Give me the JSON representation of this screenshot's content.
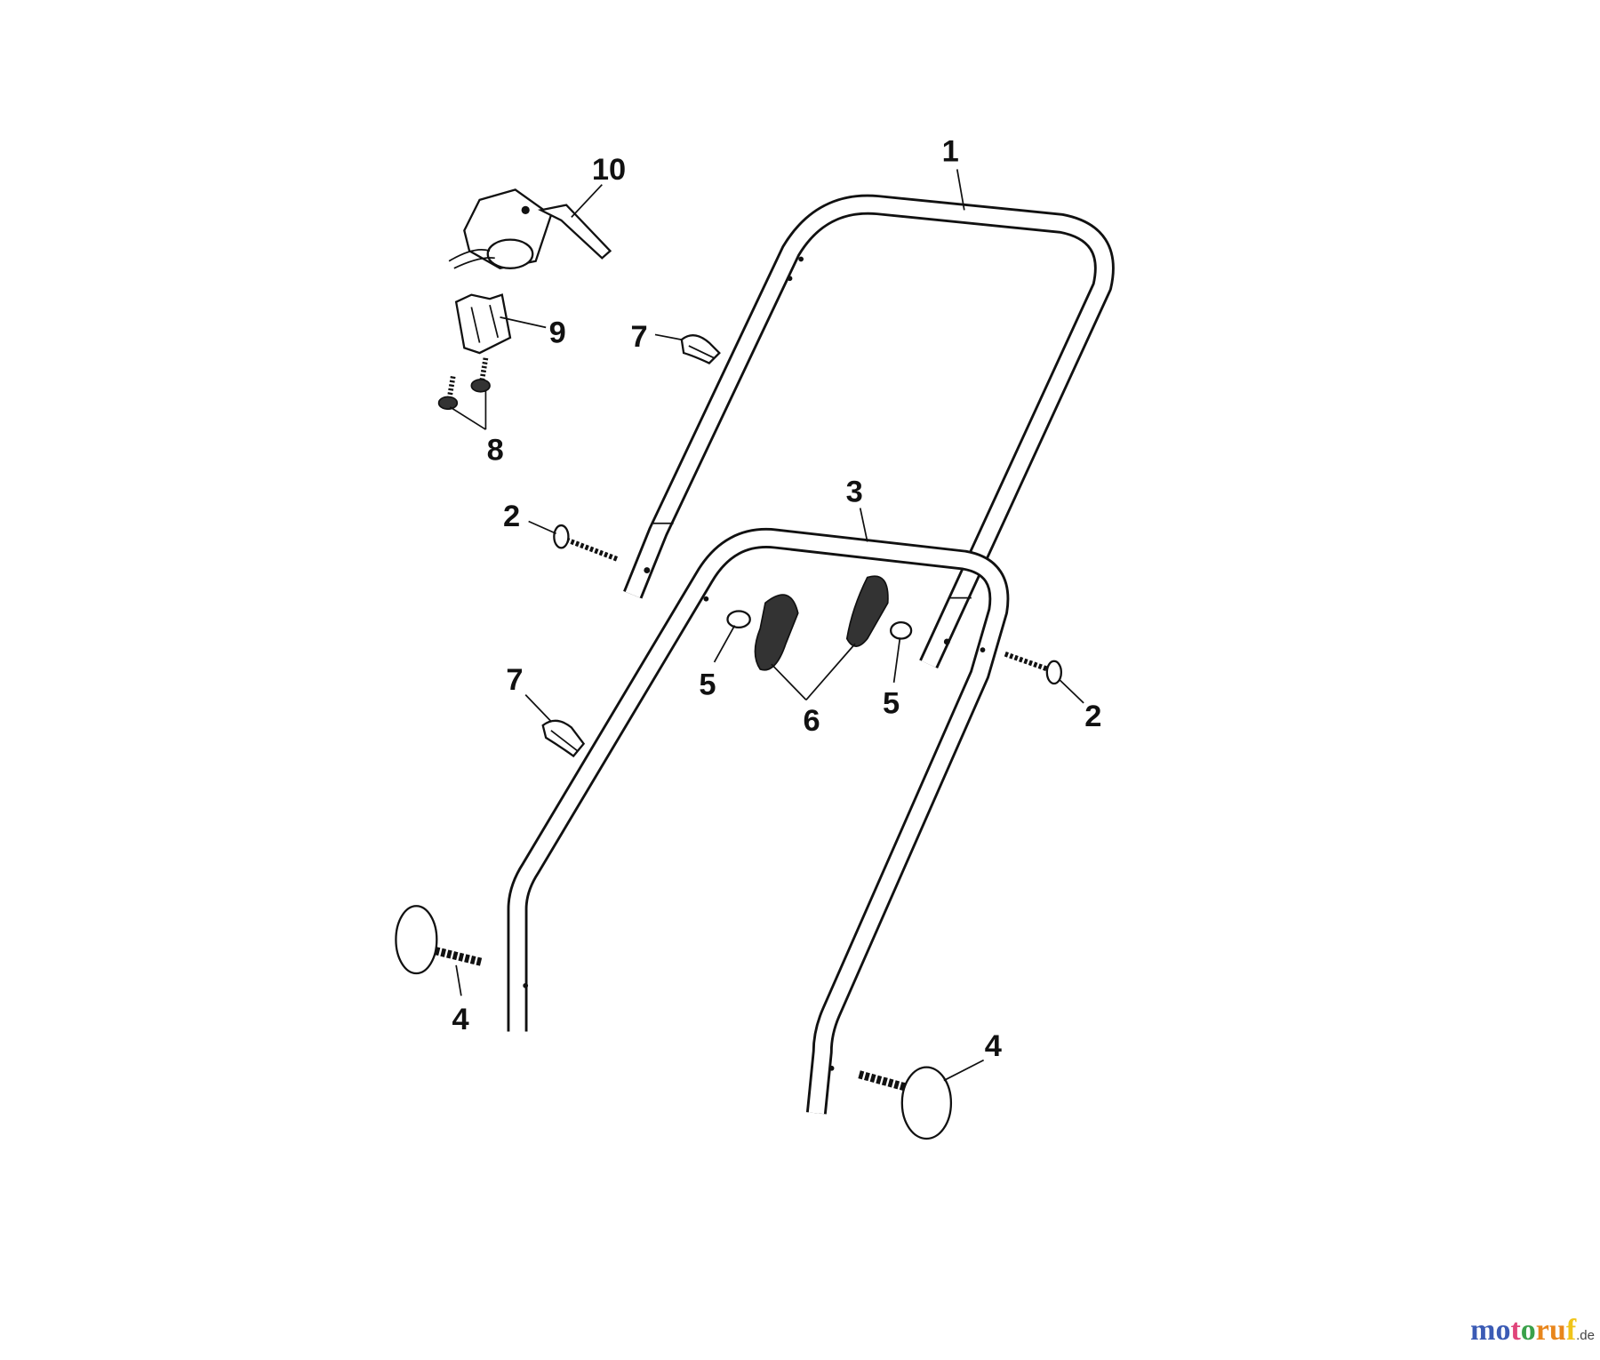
{
  "diagram": {
    "part_labels": {
      "p1": "1",
      "p2a": "2",
      "p2b": "2",
      "p3": "3",
      "p4a": "4",
      "p4b": "4",
      "p5a": "5",
      "p5b": "5",
      "p6": "6",
      "p7a": "7",
      "p7b": "7",
      "p8": "8",
      "p9": "9",
      "p10": "10"
    }
  },
  "watermark": {
    "logo_letters": [
      "m",
      "o",
      "t",
      "o",
      "r",
      "u",
      "f"
    ],
    "logo_colors": [
      "#3b5bb5",
      "#3b5bb5",
      "#e0457b",
      "#3aa14a",
      "#e8861c",
      "#e8861c",
      "#f0c419"
    ],
    "tld": ".de"
  }
}
